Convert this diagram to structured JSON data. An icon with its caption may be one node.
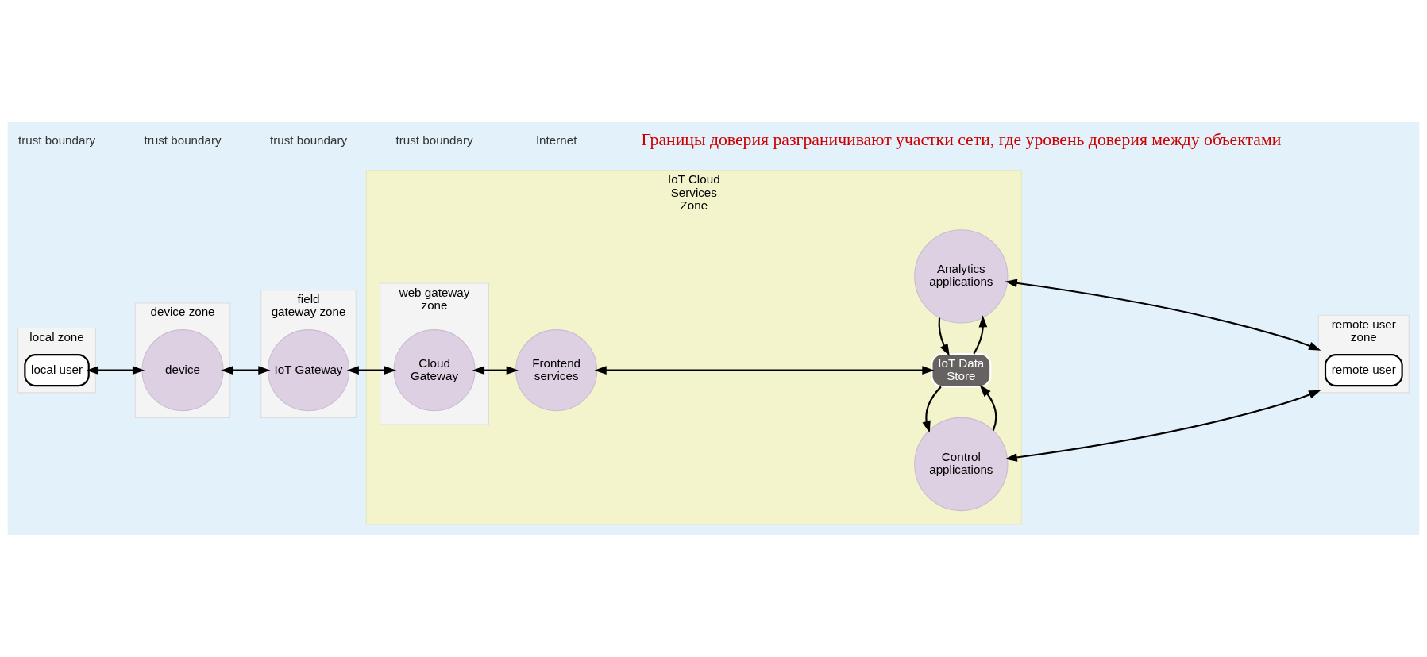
{
  "diagram": {
    "nodes": [
      {
        "text": [
          "local zone"
        ]
      },
      {
        "text": [
          "local user"
        ],
        "in": 0
      },
      {
        "text": [
          "device zone"
        ]
      },
      {
        "text": [
          "device"
        ],
        "in": 2
      },
      {
        "text": [
          "field gateway zone"
        ]
      },
      {
        "text": [
          "IoT Gateway"
        ],
        "in": 4
      },
      {
        "text": [
          "IoT Cloud Services Zone"
        ]
      },
      {
        "text": [
          "web gateway zone"
        ],
        "in": 6
      },
      {
        "text": [
          "Cloud Gateway"
        ],
        "in": 7
      },
      {
        "text": [
          "Frontend services"
        ],
        "in": 6
      },
      {
        "text": [
          "Control applications"
        ],
        "in": 6
      },
      {
        "text": [
          "IoT Data Store"
        ],
        "in": 6
      },
      {
        "text": [
          "Analytics applications"
        ],
        "in": 6
      },
      {
        "text": [
          "remote user zone"
        ]
      },
      {
        "text": [
          "remote user"
        ],
        "in": 13
      }
    ],
    "edges": [
      {
        "from": 1,
        "to": 3,
        "arrow": "both"
      },
      {
        "from": 3,
        "to": 5,
        "arrow": "both"
      },
      {
        "from": 5,
        "to": 8,
        "arrow": "both"
      },
      {
        "from": 8,
        "to": 9,
        "arrow": "both"
      },
      {
        "from": 9,
        "to": 11,
        "arrow": "both"
      },
      {
        "from": 10,
        "to": 11,
        "arrow": "to"
      },
      {
        "from": 11,
        "to": 10,
        "arrow": "to"
      },
      {
        "from": 11,
        "to": 12,
        "arrow": "to"
      },
      {
        "from": 12,
        "to": 11,
        "arrow": "to"
      },
      {
        "from": 10,
        "to": 13,
        "arrow": "both"
      },
      {
        "from": 12,
        "to": 13,
        "arrow": "both"
      }
    ],
    "labels": [
      "trust boundary",
      "trust boundary",
      "trust boundary",
      "trust boundary",
      "Internet",
      "Границы доверия разграничивают участки сети, где уровень доверия между объектами"
    ]
  }
}
